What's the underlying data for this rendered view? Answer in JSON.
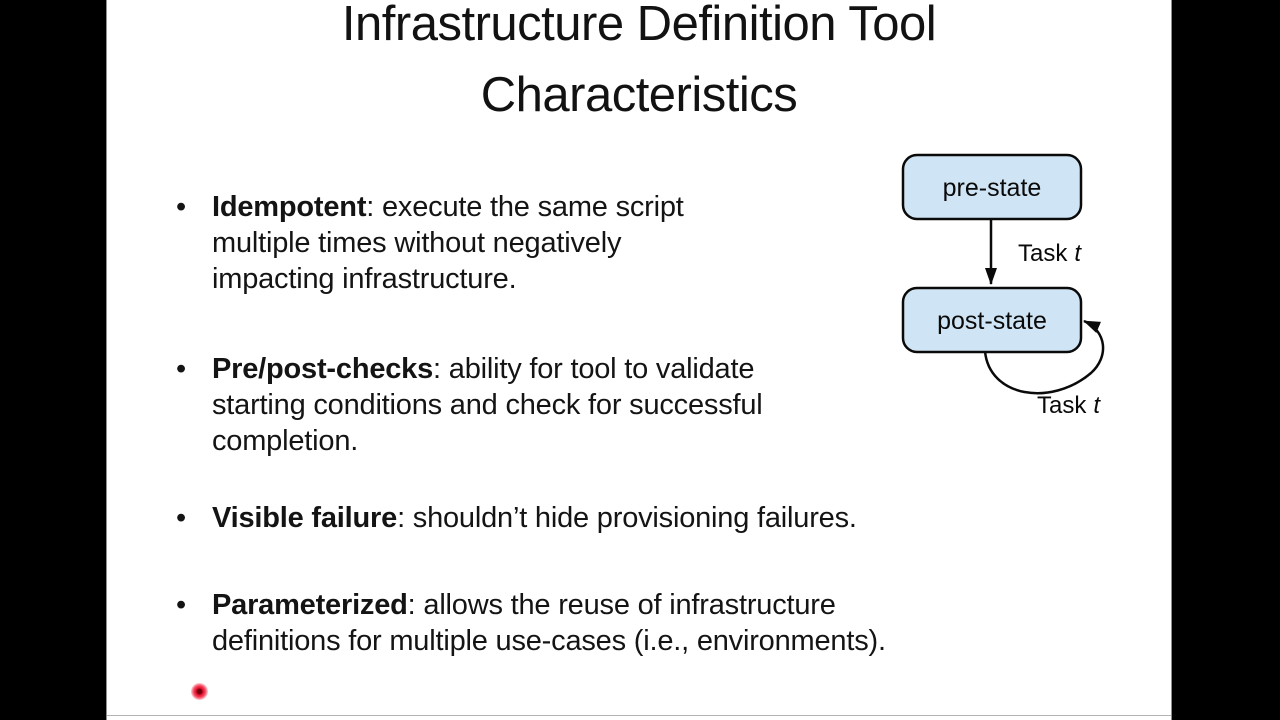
{
  "title": {
    "line1": "Infrastructure Definition Tool",
    "line2": "Characteristics"
  },
  "bullets": [
    {
      "marker": "•",
      "term": "Idempotent",
      "line1": ": execute the same script",
      "line2": "multiple times without negatively",
      "line3": "impacting infrastructure."
    },
    {
      "marker": "•",
      "term": "Pre/post-checks",
      "line1": ": ability for tool to validate",
      "line2": "starting conditions and check for successful",
      "line3": "completion."
    },
    {
      "marker": "•",
      "term": "Visible failure",
      "line1": ": shouldn’t hide provisioning failures."
    },
    {
      "marker": "•",
      "term": "Parameterized",
      "line1": ": allows the reuse of infrastructure",
      "line2": "definitions for multiple use-cases (i.e., environments)."
    }
  ],
  "diagram": {
    "pre_state_label": "pre-state",
    "post_state_label": "post-state",
    "task_word": "Task",
    "task_var": "t",
    "box_fill": "#cfe4f4",
    "box_border": "#0a0a0a"
  },
  "pointer": {
    "color": "#e8112d"
  }
}
